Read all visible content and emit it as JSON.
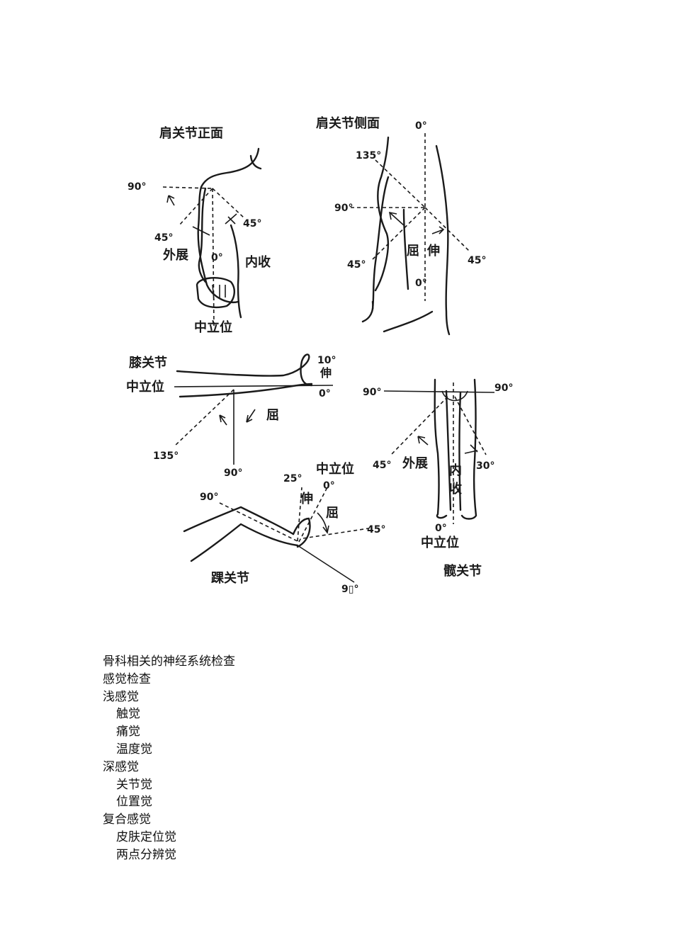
{
  "figure": {
    "shoulder_front": {
      "title": "肩关节正面",
      "deg_90": "90°",
      "deg_45_left": "45°",
      "deg_45_right": "45°",
      "deg_0": "0°",
      "abduction": "外展",
      "adduction": "内收",
      "neutral": "中立位"
    },
    "shoulder_side": {
      "title": "肩关节侧面",
      "deg_0_top": "0°",
      "deg_135": "135°",
      "deg_90": "90°",
      "deg_45_left": "45°",
      "deg_45_right": "45°",
      "deg_0_bottom": "0°",
      "flexion": "屈",
      "extension": "伸"
    },
    "knee": {
      "title": "膝关节",
      "neutral": "中立位",
      "deg_10": "10°",
      "extension": "伸",
      "deg_0": "0°",
      "flexion": "屈",
      "deg_135": "135°",
      "deg_90": "90°"
    },
    "hip": {
      "deg_90_left": "90°",
      "deg_90_right": "90°",
      "deg_45": "45°",
      "abduction": "外展",
      "adduction_1": "内",
      "adduction_2": "收",
      "deg_30": "30°",
      "deg_0": "0°",
      "neutral": "中立位",
      "title": "髋关节"
    },
    "ankle": {
      "deg_90_top": "90°",
      "deg_25": "25°",
      "neutral": "中立位",
      "deg_0": "0°",
      "extension": "伸",
      "flexion": "屈",
      "deg_45": "45°",
      "title": "踝关节",
      "deg_90_bottom": "9▯°"
    }
  },
  "text": {
    "heading": "骨科相关的神经系统检查",
    "sensory_exam": "感觉检查",
    "superficial": "浅感觉",
    "touch": "触觉",
    "pain": "痛觉",
    "temperature": "温度觉",
    "deep": "深感觉",
    "joint_sense": "关节觉",
    "position_sense": "位置觉",
    "complex": "复合感觉",
    "skin_localization": "皮肤定位觉",
    "two_point": "两点分辨觉"
  }
}
